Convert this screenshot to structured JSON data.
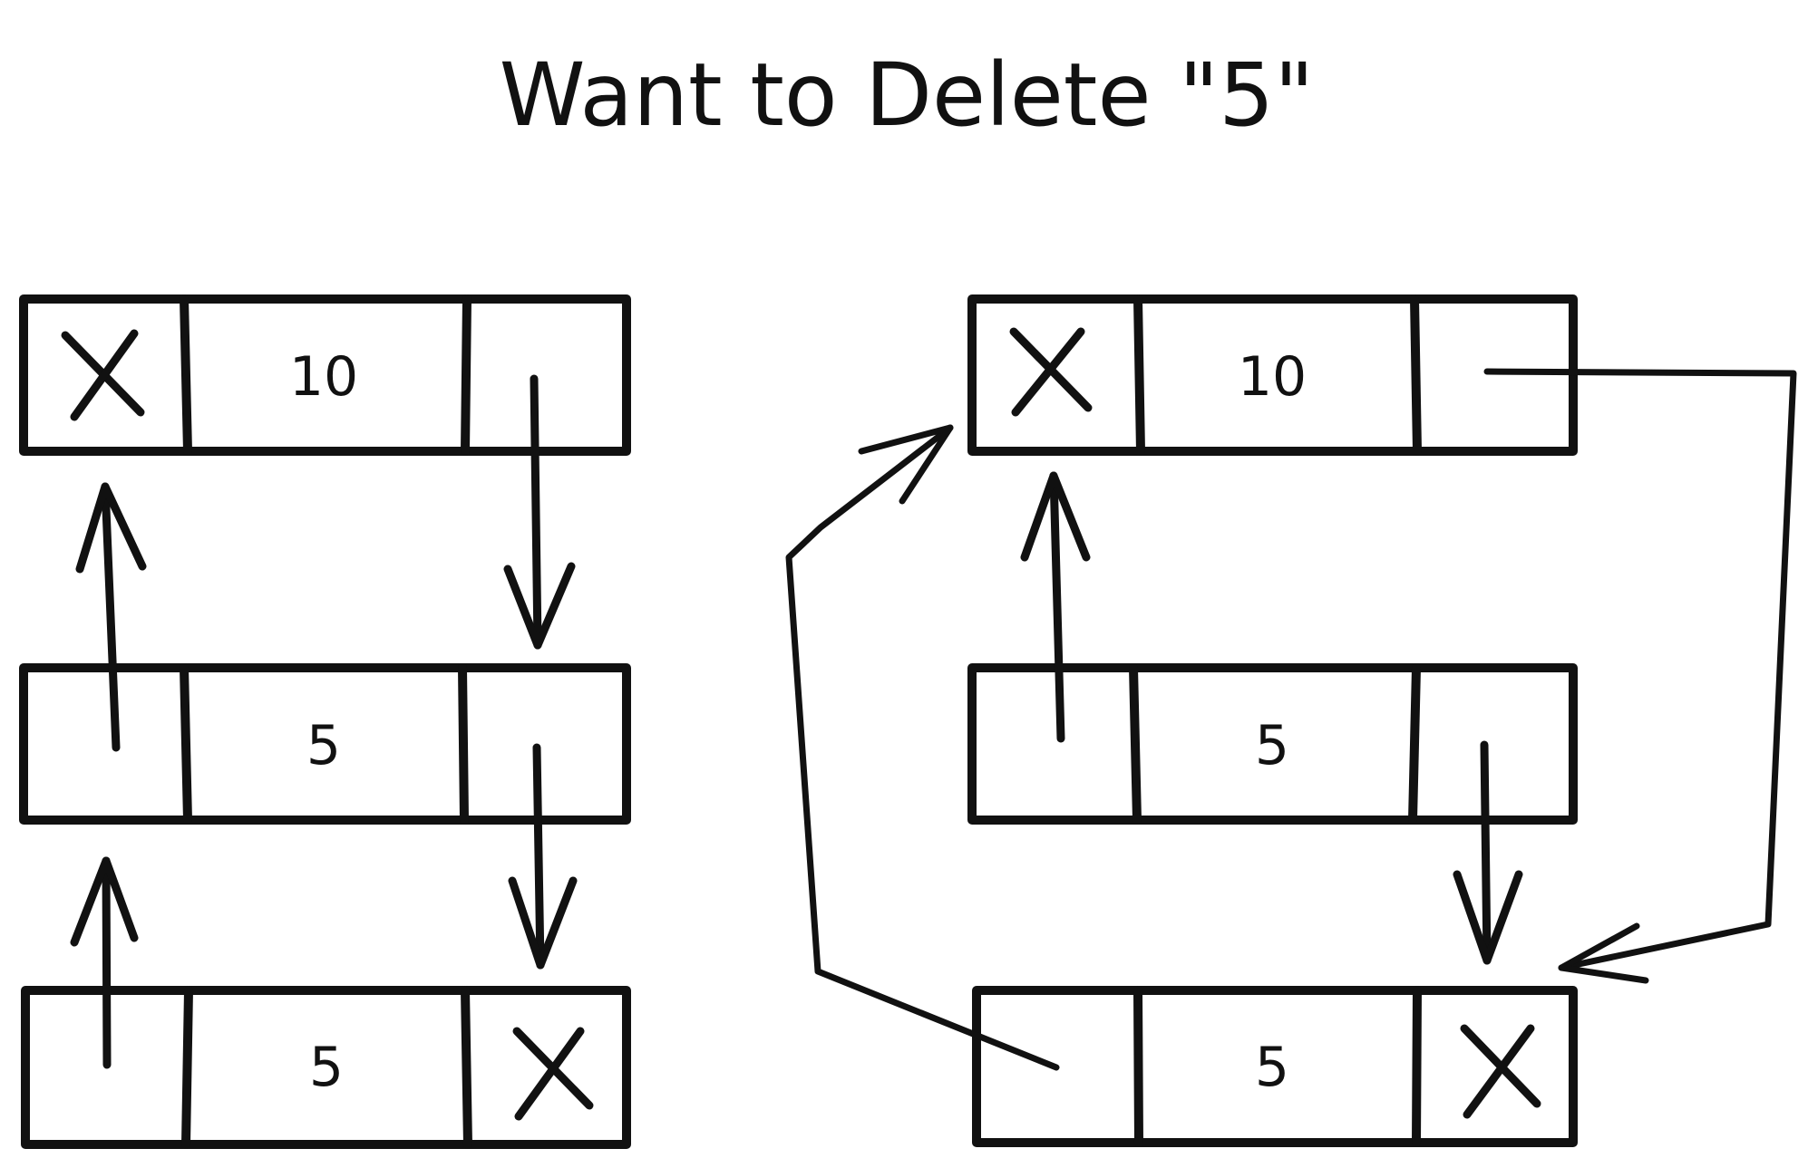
{
  "title": "Want to Delete \"5\"",
  "left": {
    "nodes": [
      {
        "prev": "X",
        "value": "10",
        "next": ""
      },
      {
        "prev": "",
        "value": "5",
        "next": ""
      },
      {
        "prev": "",
        "value": "5",
        "next": "X"
      }
    ]
  },
  "right": {
    "nodes": [
      {
        "prev": "X",
        "value": "10",
        "next": ""
      },
      {
        "prev": "",
        "value": "5",
        "next": ""
      },
      {
        "prev": "",
        "value": "5",
        "next": "X"
      }
    ]
  },
  "colors": {
    "ink": "#111111",
    "background": "#ffffff"
  }
}
